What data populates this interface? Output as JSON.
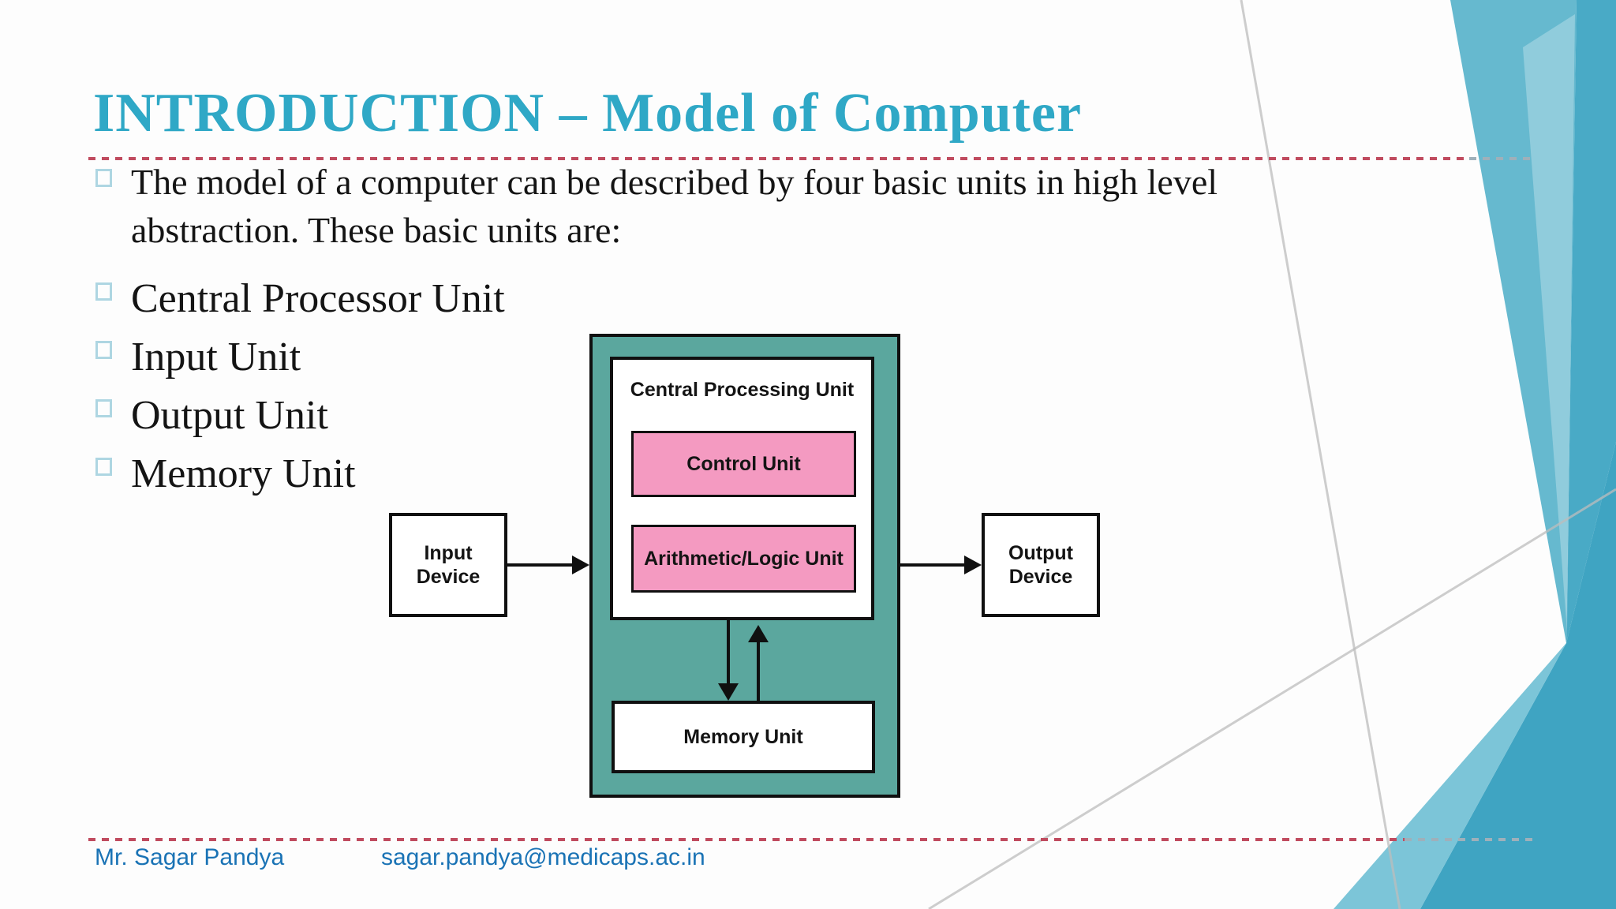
{
  "title": "INTRODUCTION – Model of Computer",
  "intro": "The model of a computer can be described by four basic units in high level abstraction. These basic units are:",
  "items": [
    "Central Processor Unit",
    "Input Unit",
    "Output Unit",
    "Memory Unit"
  ],
  "diagram": {
    "cpu": "Central Processing Unit",
    "control": "Control Unit",
    "alu": "Arithmetic/Logic Unit",
    "memory": "Memory Unit",
    "input": "Input Device",
    "output": "Output Device"
  },
  "footer": {
    "author": "Mr. Sagar Pandya",
    "email": "sagar.pandya@medicaps.ac.in"
  },
  "colors": {
    "title": "#2fa8c6",
    "body_text": "#141414",
    "bullet_square": "#aed6e2",
    "rule_red": "#c04b5f",
    "rule_gray": "#9fb0ba",
    "diagram_teal": "#5ba79e",
    "diagram_pink": "#f49ac1",
    "box_border": "#101010",
    "footer_text": "#1a73b5",
    "deco_light": "#66b9cf",
    "deco_dark_top": "#49aac6",
    "deco_dark_bottom": "#3fa4c2",
    "deco_light_edge": "#7cc5d8",
    "gray_line": "#bdbdbd"
  }
}
